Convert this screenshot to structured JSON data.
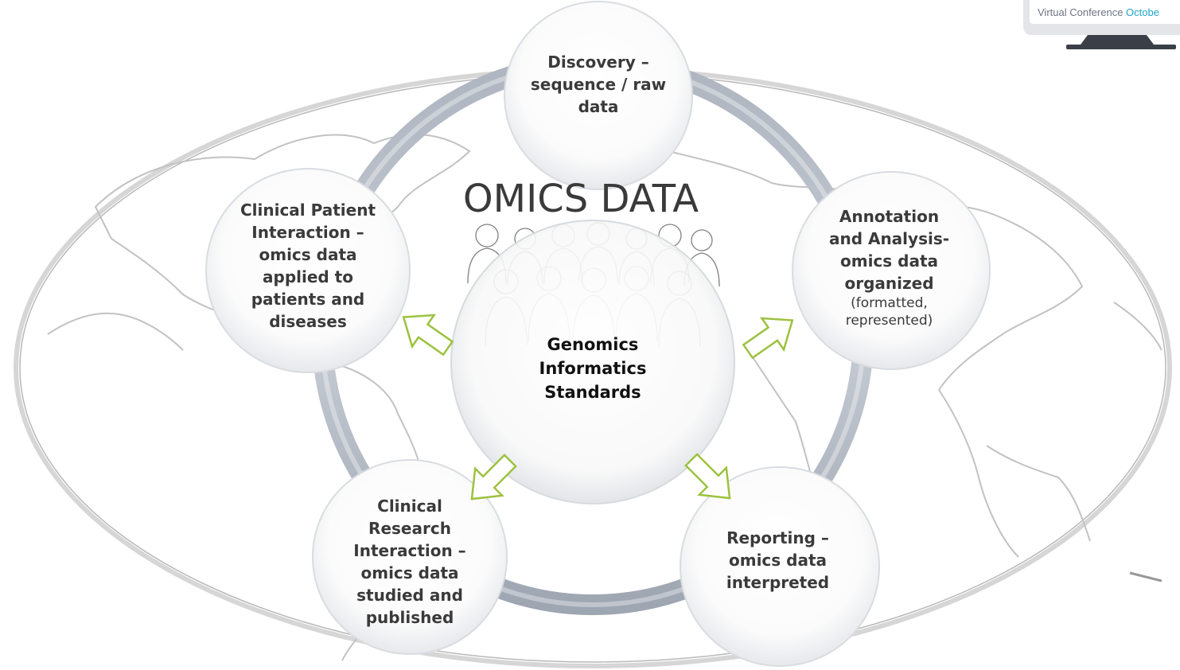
{
  "banner": {
    "prefix": "Virtual Conference ",
    "accent": "Octobe",
    "accent_color": "#1ea5c9"
  },
  "diagram": {
    "title": "OMICS DATA",
    "center": [
      "Genomics",
      "Informatics",
      "Standards"
    ],
    "nodes": [
      {
        "id": "discovery",
        "lines": [
          "Discovery –",
          "sequence / raw",
          "data"
        ],
        "sub": []
      },
      {
        "id": "annotation",
        "lines": [
          "Annotation",
          "and Analysis-",
          "omics data",
          "organized"
        ],
        "sub": [
          "(formatted,",
          "represented)"
        ]
      },
      {
        "id": "reporting",
        "lines": [
          "Reporting –",
          "omics data",
          "interpreted"
        ],
        "sub": []
      },
      {
        "id": "clinical-research",
        "lines": [
          "Clinical",
          "Research",
          "Interaction –",
          "omics data",
          "studied and",
          "published"
        ],
        "sub": []
      },
      {
        "id": "clinical-patient",
        "lines": [
          "Clinical Patient",
          "Interaction –",
          "omics data",
          "applied to",
          "patients and",
          "diseases"
        ],
        "sub": []
      }
    ],
    "colors": {
      "ring": "#b9bfc9",
      "arrow": "#9cc23f",
      "text": "#3a3a3a",
      "map_line": "#bcbcbc"
    }
  }
}
